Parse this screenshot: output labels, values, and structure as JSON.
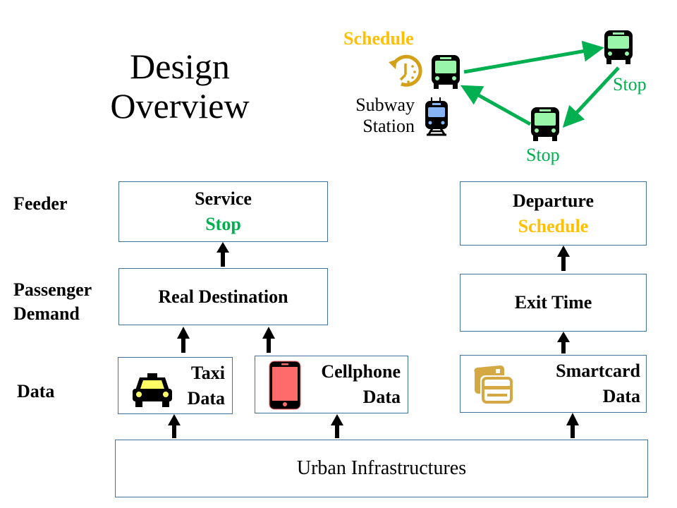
{
  "title": {
    "line1": "Design",
    "line2": "Overview"
  },
  "top_diagram": {
    "schedule_label": "Schedule",
    "subway_label_line1": "Subway",
    "subway_label_line2": "Station",
    "stop_label_right": "Stop",
    "stop_label_bottom": "Stop",
    "colors": {
      "route": "#00b050",
      "schedule": "#ffc000",
      "clock": "#d4a017",
      "bus_window": "#99f5a8",
      "train_window": "#87b4f5"
    }
  },
  "row_labels": {
    "feeder": "Feeder",
    "demand_line1": "Passenger",
    "demand_line2": "Demand",
    "data": "Data"
  },
  "boxes": {
    "service_stop": {
      "line1": "Service",
      "line2": "Stop"
    },
    "real_destination": {
      "label": "Real Destination"
    },
    "departure_schedule": {
      "line1": "Departure",
      "line2": "Schedule"
    },
    "exit_time": {
      "label": "Exit Time"
    },
    "taxi_data": {
      "line1": "Taxi",
      "line2": "Data"
    },
    "cellphone_data": {
      "line1": "Cellphone",
      "line2": "Data"
    },
    "smartcard_data": {
      "line1": "Smartcard",
      "line2": "Data"
    },
    "urban": {
      "label": "Urban Infrastructures"
    }
  },
  "colors": {
    "box_border": "#41719c",
    "green": "#00b050",
    "gold": "#ffc000"
  }
}
